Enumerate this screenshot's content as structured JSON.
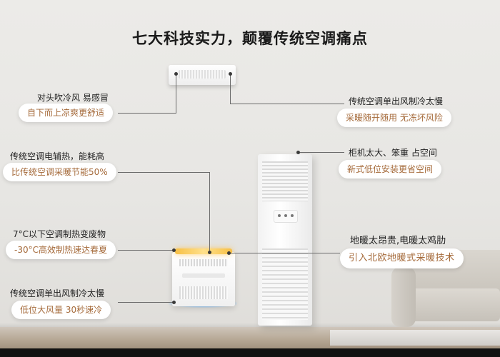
{
  "title": "七大科技实力，颠覆传统空调痛点",
  "callouts": {
    "wall_ac": {
      "problem": "对头吹冷风 易感冒",
      "solution": "自下而上凉爽更舒适"
    },
    "aux_heat": {
      "problem": "传统空调电辅热，能耗高",
      "solution": "比传统空调采暖节能50%"
    },
    "low_temp": {
      "problem": "7°C以下空调制热变废物",
      "solution": "-30°C高效制热速达春夏"
    },
    "single_outlet_left": {
      "problem": "传统空调单出风制冷太慢",
      "solution": "低位大风量  30秒速冷"
    },
    "single_outlet_right": {
      "problem": "传统空调单出风制冷太慢",
      "solution": "采暖随开随用 无冻坏风险"
    },
    "cabinet": {
      "problem": "柜机太大、笨重  占空间",
      "solution": "新式低位安装更省空间"
    },
    "floor_heat": {
      "problem": "地暖太昂贵,电暖太鸡肋",
      "solution": "引入北欧地暖式采暖技术"
    }
  },
  "icons": [
    "wall-ac-icon",
    "tower-ac-icon",
    "floor-heater-icon",
    "sofa-icon"
  ],
  "colors": {
    "accent_text": "#a56a3a",
    "title": "#1a1a1a",
    "glow_warm": "#f7c046",
    "glow_cool": "#6fb3ff"
  }
}
